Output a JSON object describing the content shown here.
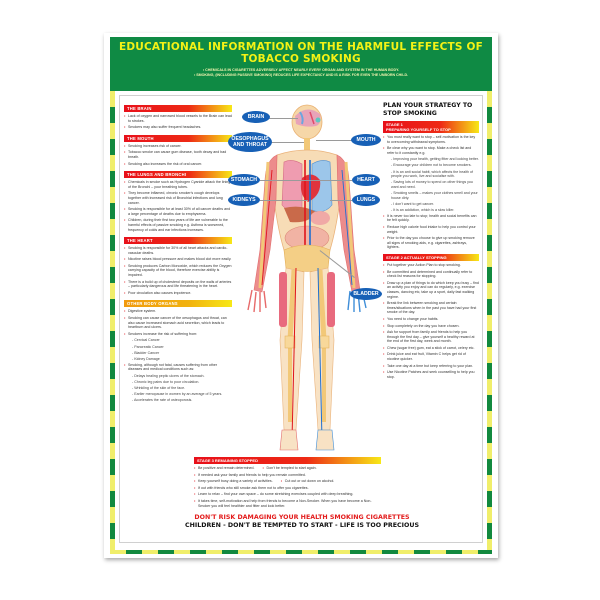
{
  "header": {
    "title_line1": "EDUCATIONAL INFORMATION ON THE HARMFUL EFFECTS OF",
    "title_line2": "TOBACCO SMOKING",
    "bullet1": "• CHEMICALS IN CIGARETTES ADVERSELY AFFECT NEARLY EVERY ORGAN AND SYSTEM IN THE HUMAN BODY.",
    "bullet2": "• SMOKING, (INCLUDING PASSIVE SMOKING) REDUCES LIFE EXPECTANCY AND IS A RISK FOR EVEN THE UNBORN CHILD."
  },
  "left": {
    "brain": {
      "heading": "The Brain",
      "items": [
        "Lack of oxygen and narrowed blood vessels to the Brain can lead to strokes.",
        "Smokers may also suffer frequent headaches."
      ]
    },
    "mouth": {
      "heading": "The Mouth",
      "items": [
        "Smoking increases risk of cancer.",
        "Tobacco smoke can cause gum disease, tooth decay and bad breath.",
        "Smoking also increases the risk of oral cancer."
      ]
    },
    "lungs": {
      "heading": "The Lungs and Bronchi",
      "items": [
        "Chemicals in smoke such as Hydrogen Cyanide attack the lining of the Bronchi – your breathing tubes.",
        "They become inflamed, chronic smoker's cough develops together with increased risk of Bronchial infections and lung cancer.",
        "Smoking is responsible for at least 30% of all cancer deaths and a large percentage of deaths due to emphysema.",
        "Children, during their first two years of life are vulnerable to the harmful effects of passive smoking e.g. Asthma is worsened, frequency of colds and ear infections increases."
      ]
    },
    "heart": {
      "heading": "The Heart",
      "items": [
        "Smoking is responsible for 30% of all heart attacks and cardio-vascular deaths.",
        "Nicotine raises blood pressure and makes blood clot more easily.",
        "Smoking produces Carbon Monoxide, which reduces the Oxygen carrying capacity of the blood, therefore exercise ability is impaired.",
        "There is a build up of cholesterol deposits on the walls of arteries – particularly dangerous and life threatening in the heart.",
        "Poor circulation also causes impotence."
      ]
    },
    "other": {
      "heading": "Other Body Organs",
      "item1": "Digestive system.",
      "item2": "Smoking can cause cancer of the oesophagus and throat, can also cause increased stomach acid secretion, which leads to heartburn and ulcers.",
      "item3": "Smokers increase the risk of suffering from:",
      "sub3": [
        "- Cervical Cancer",
        "- Pancreatic Cancer",
        "- Bladder Cancer",
        "- Kidney Damage"
      ],
      "item4": "Smoking, although not fatal, causes suffering from other diseases and medical conditions such as:",
      "sub4": [
        "- Delays healing peptic ulcers of the stomach.",
        "- Chronic leg pains due to poor circulation.",
        "- Wrinkling of the skin of the face.",
        "- Earlier menopause in women by an average of 5 years.",
        "- Accelerates the rate of osteoporosis."
      ]
    }
  },
  "diagram": {
    "labels": {
      "brain": "BRAIN",
      "oesophagus": "OESOPHAGUS AND THROAT",
      "stomach": "STOMACH",
      "kidneys": "KIDNEYS",
      "mouth": "MOUTH",
      "heart": "HEART",
      "lungs": "LUNGS",
      "bladder": "BLADDER"
    }
  },
  "stage3": {
    "heading": "Stage 3 Remaining Stopped",
    "items": [
      "Be positive and remain determined.",
      "Don't be tempted to start again.",
      "If needed ask your family and friends to help you remain committed.",
      "Keep yourself busy doing a variety of activities.",
      "Cut out or cut down on alcohol.",
      "If out with friends who still smoke ask them not to offer you cigarettes.",
      "Learn to relax – find your own space – do some stretching exercises coupled with deep breathing.",
      "It takes time, self-motivation and help from friends to become a Non-Smoker. When you have become a Non-Smoker you will feel healthier and fitter and look better."
    ]
  },
  "right": {
    "title": "PLAN YOUR STRATEGY TO STOP SMOKING",
    "stage1": {
      "heading_line1": "Stage 1",
      "heading_line2": "Preparing yourself to stop",
      "item1": "You must really want to stop – self-motivation is the key to overcoming withdrawal symptoms.",
      "item2": "Be clear why you want to stop. Make a check list and refer to it constantly e.g.",
      "subs": [
        "- Improving your health, getting fitter and looking better.",
        "- Encourage your children not to become smokers.",
        "- It is an anti social habit, which affects the health of people you work, live and socialise with.",
        "- Saving lots of money to spend on other things you want and need.",
        "- Smoking smells – makes your clothes smell and your house dirty.",
        "- I don't want to get cancer.",
        "- It is an addiction, which is a slow killer."
      ],
      "items_after": [
        "It is never too late to stop; health and social benefits can be felt quickly.",
        "Reduce high calorie food intake to help you control your weight.",
        "Prior to the day you choose to give up smoking remove all signs of smoking aids, e.g. cigarettes, ashtrays, lighters."
      ]
    },
    "stage2": {
      "heading": "Stage 2 Actually Stopping",
      "items": [
        "Put together your Action Plan to stop smoking.",
        "Be committed and determined and continually refer to check list reasons for stopping.",
        "Draw up a plan of things to do which keep you busy – find an activity you enjoy and can do regularly, e.g. exercise classes, dancing etc, take up a sport, daily fast walking regime.",
        "Break the link between smoking and certain times/situations when in the past you have had your first smoke of the day.",
        "You need to change your habits.",
        "Stop completely on the day you have chosen.",
        "Ask for support from family and friends to help you through the first day – give yourself a healthy reward at the end of the first day, week and month.",
        "Chew (sugar free) gum, eat a stick of carrot, celery etc.",
        "Drink juice and eat fruit, Vitamin C helps get rid of nicotine quicker.",
        "Take one day at a time but keep referring to your plan.",
        "Use Nicotine Patches and seek counselling to help you stop."
      ]
    }
  },
  "footer": {
    "line1": "DON'T RISK DAMAGING YOUR HEALTH SMOKING CIGARETTES",
    "line2": "CHILDREN - DON'T BE TEMPTED TO START - LIFE IS TOO PRECIOUS"
  },
  "colors": {
    "header_green": "#0f8a44",
    "title_yellow": "#f4f216",
    "section_red": "#e8101a",
    "label_blue": "#1760b6",
    "footer_red": "#e31c1c"
  }
}
